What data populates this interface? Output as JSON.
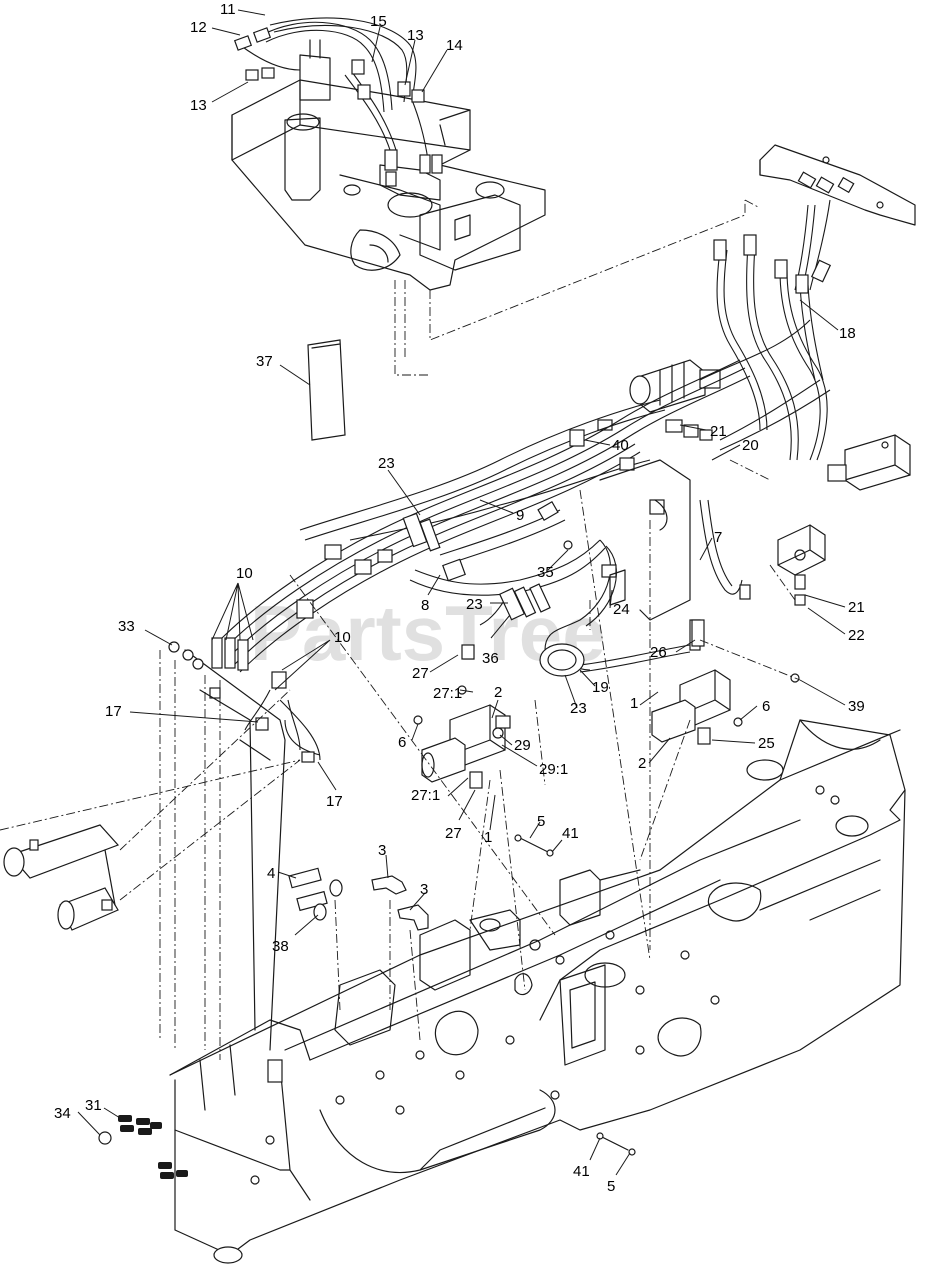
{
  "watermark": "PartsTree",
  "callouts": [
    {
      "id": "c11a",
      "text": "11"
    },
    {
      "id": "c12",
      "text": "12"
    },
    {
      "id": "c15",
      "text": "15"
    },
    {
      "id": "c13a",
      "text": "13"
    },
    {
      "id": "c14",
      "text": "14"
    },
    {
      "id": "c13b",
      "text": "13"
    },
    {
      "id": "c18",
      "text": "18"
    },
    {
      "id": "c37",
      "text": "37"
    },
    {
      "id": "c21a",
      "text": "21"
    },
    {
      "id": "c40",
      "text": "40"
    },
    {
      "id": "c20",
      "text": "20"
    },
    {
      "id": "c23a",
      "text": "23"
    },
    {
      "id": "c9",
      "text": "9"
    },
    {
      "id": "c7",
      "text": "7"
    },
    {
      "id": "c35",
      "text": "35"
    },
    {
      "id": "c10a",
      "text": "10"
    },
    {
      "id": "c8",
      "text": "8"
    },
    {
      "id": "c23b",
      "text": "23"
    },
    {
      "id": "c24",
      "text": "24"
    },
    {
      "id": "c21b",
      "text": "21"
    },
    {
      "id": "c33",
      "text": "33"
    },
    {
      "id": "c10b",
      "text": "10"
    },
    {
      "id": "c22",
      "text": "22"
    },
    {
      "id": "c26",
      "text": "26"
    },
    {
      "id": "c27a",
      "text": "27"
    },
    {
      "id": "c36",
      "text": "36"
    },
    {
      "id": "c19",
      "text": "19"
    },
    {
      "id": "c271a",
      "text": "27:1"
    },
    {
      "id": "c2a",
      "text": "2"
    },
    {
      "id": "c1a",
      "text": "1"
    },
    {
      "id": "c23c",
      "text": "23"
    },
    {
      "id": "c6a",
      "text": "6"
    },
    {
      "id": "c39",
      "text": "39"
    },
    {
      "id": "c17a",
      "text": "17"
    },
    {
      "id": "c6b",
      "text": "6"
    },
    {
      "id": "c29",
      "text": "29"
    },
    {
      "id": "c2b",
      "text": "2"
    },
    {
      "id": "c25",
      "text": "25"
    },
    {
      "id": "c291",
      "text": "29:1"
    },
    {
      "id": "c271b",
      "text": "27:1"
    },
    {
      "id": "c17b",
      "text": "17"
    },
    {
      "id": "c27b",
      "text": "27"
    },
    {
      "id": "c1b",
      "text": "1"
    },
    {
      "id": "c5a",
      "text": "5"
    },
    {
      "id": "c41a",
      "text": "41"
    },
    {
      "id": "c3a",
      "text": "3"
    },
    {
      "id": "c4",
      "text": "4"
    },
    {
      "id": "c3b",
      "text": "3"
    },
    {
      "id": "c38",
      "text": "38"
    },
    {
      "id": "c34",
      "text": "34"
    },
    {
      "id": "c31",
      "text": "31"
    },
    {
      "id": "c41b",
      "text": "41"
    },
    {
      "id": "c5b",
      "text": "5"
    }
  ]
}
